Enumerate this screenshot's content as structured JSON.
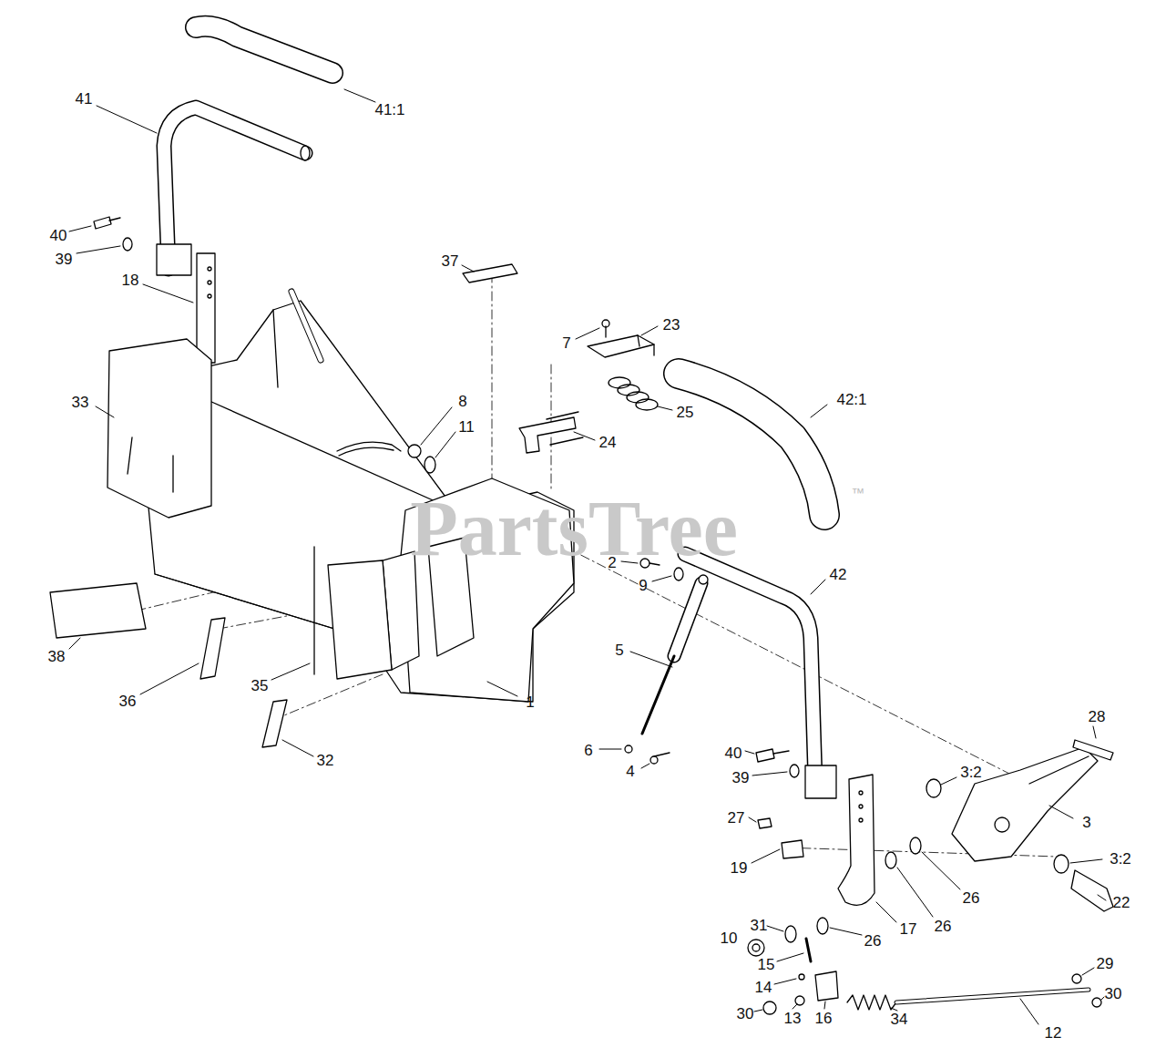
{
  "diagram": {
    "labels": [
      "41:1",
      "41",
      "40",
      "39",
      "18",
      "37",
      "7",
      "23",
      "25",
      "24",
      "42:1",
      "33",
      "8",
      "11",
      "PartsTree",
      "™",
      "2",
      "9",
      "42",
      "38",
      "5",
      "36",
      "35",
      "1",
      "32",
      "6",
      "4",
      "40",
      "39",
      "28",
      "3:2",
      "3",
      "27",
      "19",
      "3:2",
      "22",
      "26",
      "26",
      "10",
      "31",
      "26",
      "17",
      "15",
      "29",
      "14",
      "30",
      "30",
      "13",
      "16",
      "34",
      "12"
    ]
  }
}
